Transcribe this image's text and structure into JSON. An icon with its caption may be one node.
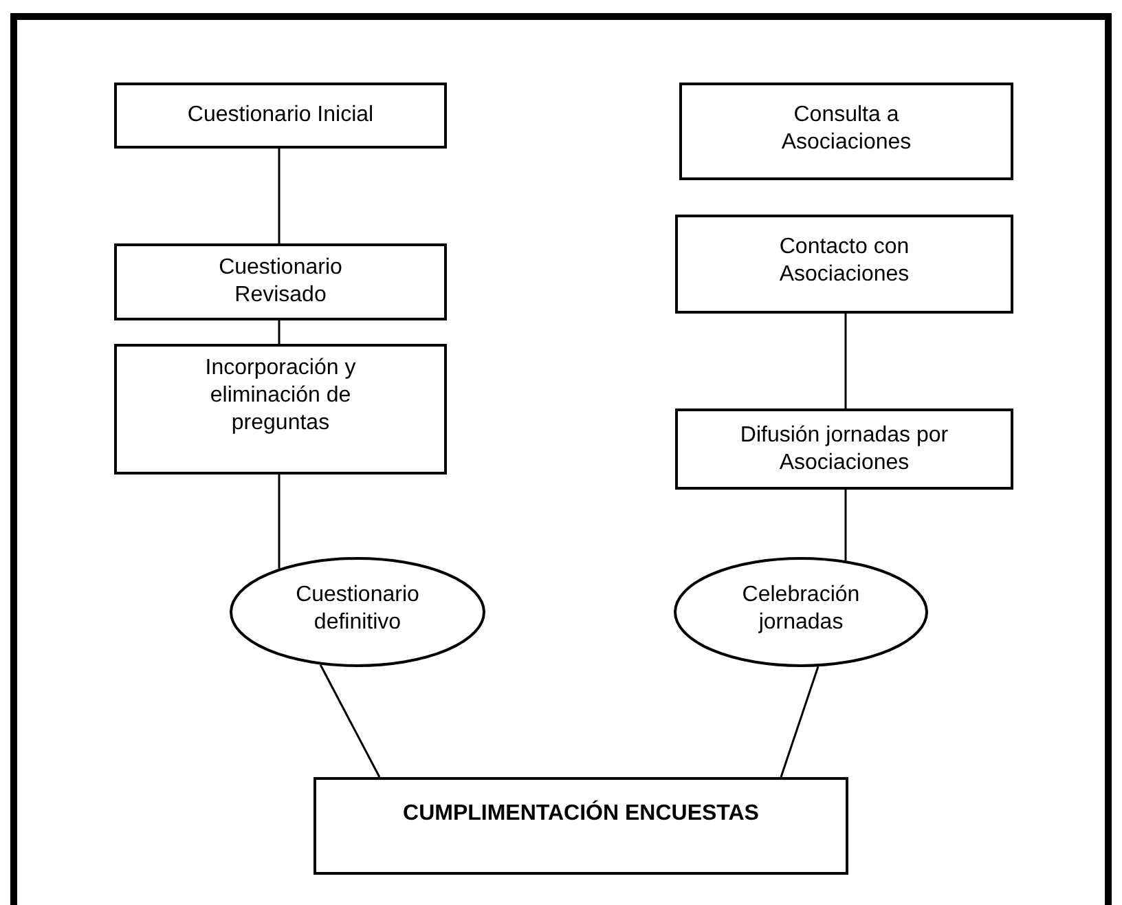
{
  "diagram": {
    "nodes": [
      {
        "text": [
          "Cuestionario Inicial"
        ]
      },
      {
        "text": [
          "Consulta a Asociaciones"
        ]
      },
      {
        "text": [
          "Cuestionario Revisado"
        ]
      },
      {
        "text": [
          "Contacto con Asociaciones"
        ]
      },
      {
        "text": [
          "Incorporación y eliminación de preguntas"
        ]
      },
      {
        "text": [
          "Difusión jornadas por Asociaciones"
        ]
      },
      {
        "text": [
          "Cuestionario definitivo"
        ]
      },
      {
        "text": [
          "Celebración jornadas"
        ]
      },
      {
        "text": [
          "CUMPLIMENTACIÓN ENCUESTAS"
        ]
      }
    ],
    "edges": [
      {
        "from": 0,
        "to": 2,
        "arrow": "none"
      },
      {
        "from": 2,
        "to": 4,
        "arrow": "none"
      },
      {
        "from": 4,
        "to": 6,
        "arrow": "none"
      },
      {
        "from": 3,
        "to": 5,
        "arrow": "none"
      },
      {
        "from": 5,
        "to": 7,
        "arrow": "none"
      },
      {
        "from": 6,
        "to": 8,
        "arrow": "none"
      },
      {
        "from": 7,
        "to": 8,
        "arrow": "none"
      }
    ]
  }
}
